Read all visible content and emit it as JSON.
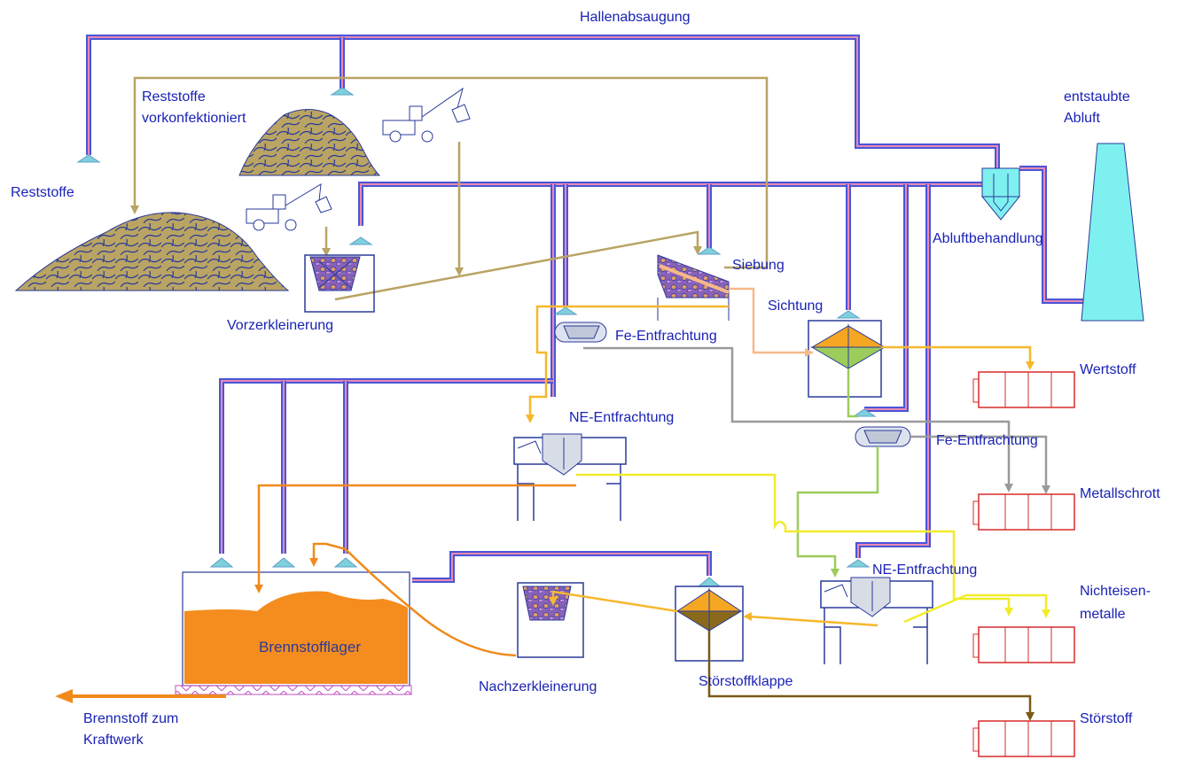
{
  "labels": {
    "hallenabsaugung": "Hallenabsaugung",
    "reststoffe_vor_line1": "Reststoffe",
    "reststoffe_vor_line2": "vorkonfektioniert",
    "reststoffe": "Reststoffe",
    "entstaubte_line1": "entstaubte",
    "entstaubte_line2": "Abluft",
    "abluftbehandlung": "Abluftbehandlung",
    "siebung": "Siebung",
    "vorzerkleinerung": "Vorzerkleinerung",
    "sichtung": "Sichtung",
    "fe_entfrachtung_1": "Fe-Entfrachtung",
    "wertstoff": "Wertstoff",
    "ne_entfrachtung_1": "NE-Entfrachtung",
    "fe_entfrachtung_2": "Fe-Entfrachtung",
    "metallschrott": "Metallschrott",
    "ne_entfrachtung_2": "NE-Entfrachtung",
    "nichteisen_line1": "Nichteisen-",
    "nichteisen_line2": "metalle",
    "brennstofflager": "Brennstofflager",
    "nachzerkleinerung": "Nachzerkleinerung",
    "stoerstoffklappe": "Störstoffklappe",
    "stoerstoff": "Störstoff",
    "brennstoff_line1": "Brennstoff zum",
    "brennstoff_line2": "Kraftwerk"
  },
  "colors": {
    "label_text": "#1a22b5",
    "duct_outer": "#4a55d8",
    "duct_inner": "#e98ab0",
    "hood": "#7fd0dc",
    "material_brown": "#b9a463",
    "fuel_orange": "#f08a1c",
    "yellow_line": "#f1ec2a",
    "grey_line": "#9a9a9a",
    "green_line": "#9ccc5c",
    "container_red": "#d82a2a",
    "stack_cyan": "#7ff0f0"
  }
}
